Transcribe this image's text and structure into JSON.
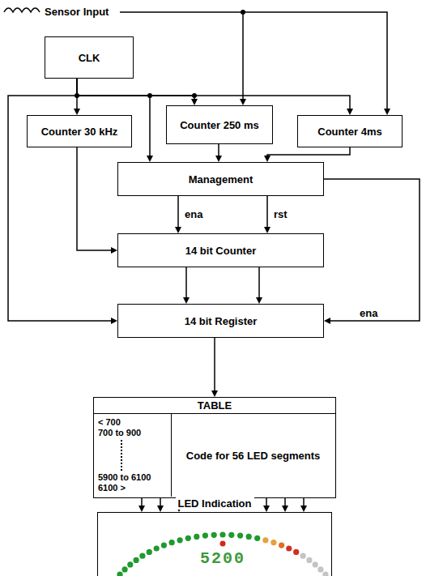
{
  "diagram": {
    "nodes": [
      {
        "text": [
          "CLK"
        ]
      },
      {
        "text": [
          "Counter 30 kHz"
        ]
      },
      {
        "text": [
          "Counter 250 ms"
        ]
      },
      {
        "text": [
          "Counter 4ms"
        ]
      },
      {
        "text": [
          "Management"
        ]
      },
      {
        "text": [
          "14 bit Counter"
        ]
      },
      {
        "text": [
          "14 bit Register"
        ]
      },
      {
        "text": [
          "TABLE"
        ]
      },
      {
        "text": [
          "< 700",
          "700 to 900",
          "5900 to 6100",
          "6100 >"
        ],
        "in": 7
      },
      {
        "text": [
          "Code for 56 LED segments"
        ],
        "in": 7
      },
      {
        "text": [
          "LED Indication"
        ]
      }
    ],
    "edges": [
      {
        "from": 0,
        "to": 1,
        "arrow": "to"
      },
      {
        "from": 0,
        "to": 2,
        "arrow": "to"
      },
      {
        "from": 0,
        "to": 3,
        "arrow": "to"
      },
      {
        "from": 0,
        "to": 4,
        "arrow": "to"
      },
      {
        "from": 0,
        "to": 6,
        "arrow": "to"
      },
      {
        "from": 1,
        "to": 5,
        "arrow": "to"
      },
      {
        "from": 2,
        "to": 4,
        "arrow": "to"
      },
      {
        "from": 3,
        "to": 4,
        "arrow": "to"
      },
      {
        "from": 4,
        "to": 5,
        "label": "ena",
        "arrow": "to"
      },
      {
        "from": 4,
        "to": 5,
        "label": "rst",
        "arrow": "to"
      },
      {
        "from": 4,
        "to": 6,
        "label": "ena",
        "arrow": "to"
      },
      {
        "from": 5,
        "to": 6,
        "arrow": "to"
      },
      {
        "from": 5,
        "to": 6,
        "arrow": "to"
      },
      {
        "from": 6,
        "to": 7,
        "arrow": "to"
      },
      {
        "from": 7,
        "to": 10,
        "arrow": "to"
      },
      {
        "from": 7,
        "to": 10,
        "arrow": "to"
      },
      {
        "from": 7,
        "to": 10,
        "arrow": "to"
      },
      {
        "from": 7,
        "to": 10,
        "arrow": "to"
      },
      {
        "from": 7,
        "to": 10,
        "arrow": "to"
      },
      {
        "from": 7,
        "to": 10,
        "arrow": "to"
      }
    ],
    "labels": [
      "Sensor Input",
      "5200"
    ]
  }
}
